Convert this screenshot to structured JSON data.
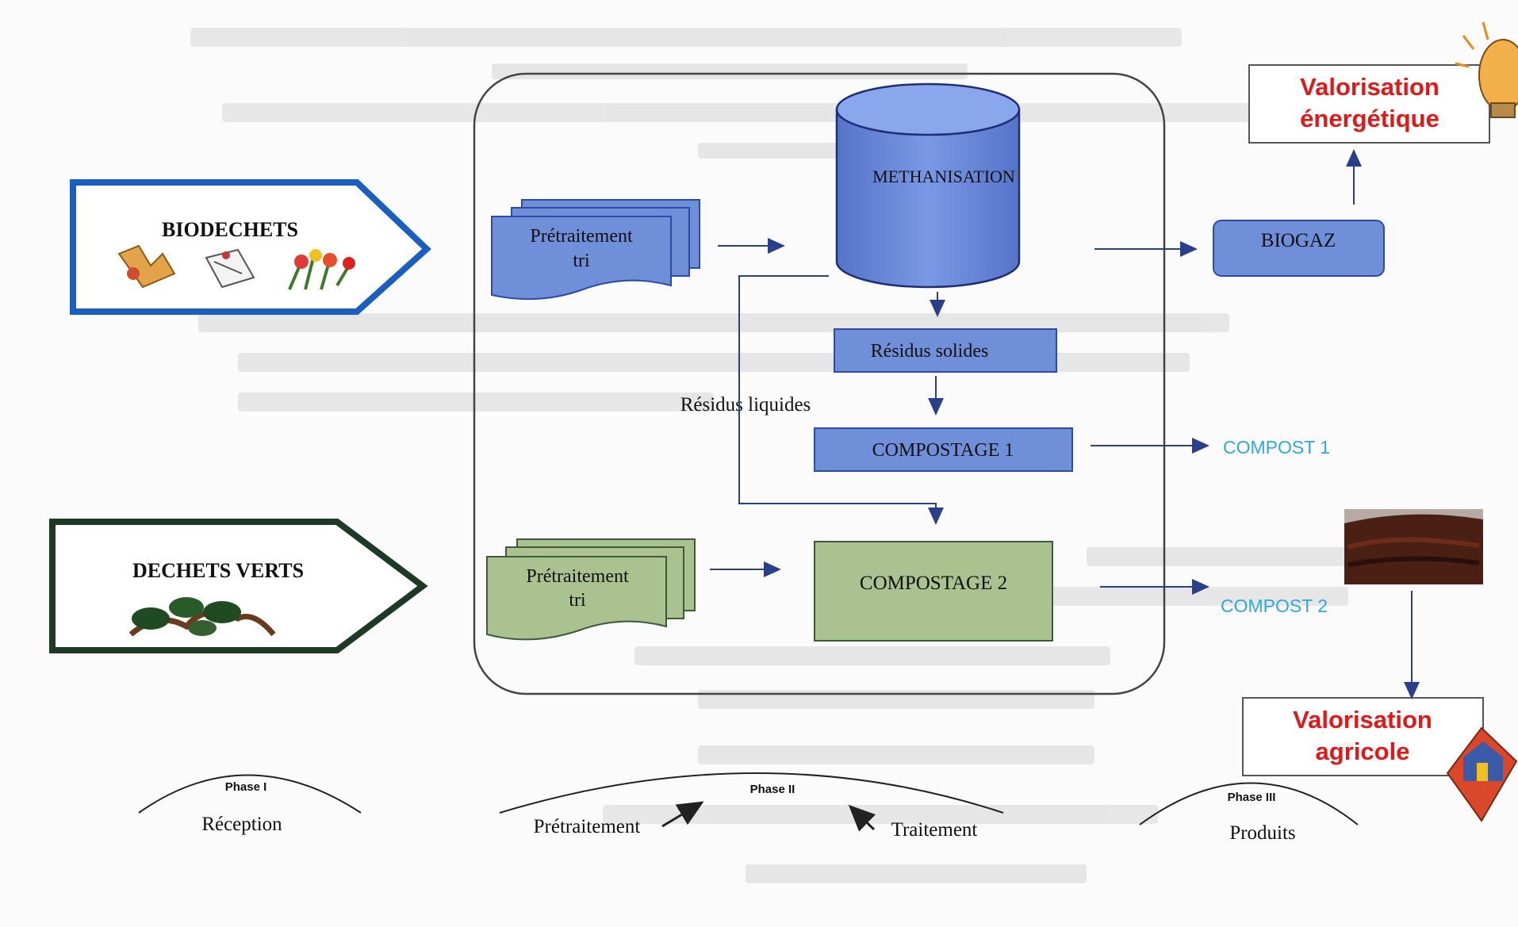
{
  "inputs": {
    "biodechets": "BIODECHETS",
    "dechets_verts": "DECHETS VERTS"
  },
  "process": {
    "pretraitement_1_line1": "Prétraitement",
    "pretraitement_1_line2": "tri",
    "pretraitement_2_line1": "Prétraitement",
    "pretraitement_2_line2": "tri",
    "methanisation": "METHANISATION",
    "residus_solides": "Résidus solides",
    "residus_liquides": "Résidus liquides",
    "compostage_1": "COMPOSTAGE 1",
    "compostage_2": "COMPOSTAGE 2"
  },
  "outputs": {
    "biogaz": "BIOGAZ",
    "compost_1": "COMPOST 1",
    "compost_2": "COMPOST 2",
    "valorisation_energetique_line1": "Valorisation",
    "valorisation_energetique_line2": "énergétique",
    "valorisation_agricole_line1": "Valorisation",
    "valorisation_agricole_line2": "agricole"
  },
  "phases": {
    "phase1_title": "Phase I",
    "phase1_label": "Réception",
    "phase2_title": "Phase II",
    "phase2_label_left": "Prétraitement",
    "phase2_label_right": "Traitement",
    "phase3_title": "Phase III",
    "phase3_label": "Produits"
  },
  "colors": {
    "blue_box": "#6f8fd8",
    "blue_border": "#2c4aa8",
    "green_box": "#a9c28f",
    "green_border": "#3d5a3a",
    "red_text": "#e01818",
    "cyan_text": "#2fa9d8",
    "biodechets_border": "#1a5fc0",
    "dechets_verts_border": "#1d3a26"
  }
}
